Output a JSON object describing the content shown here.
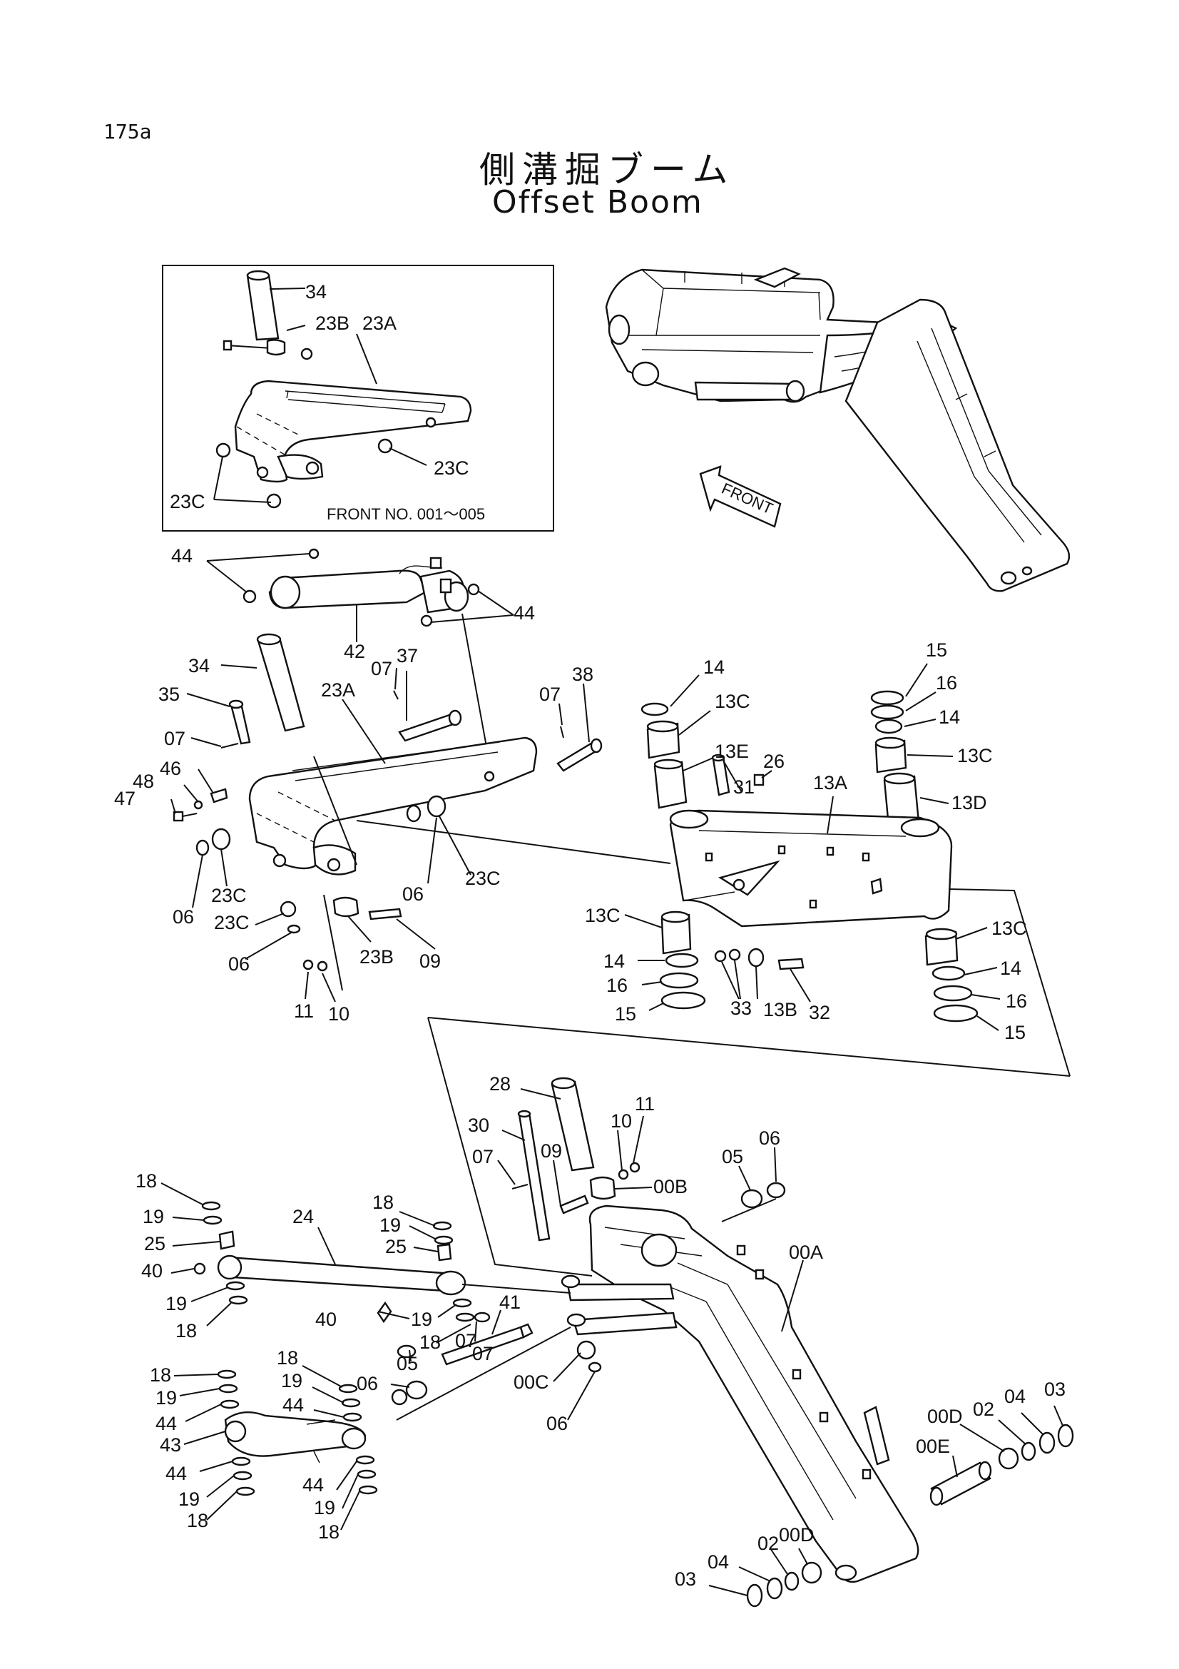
{
  "page_number": "175a",
  "title_jp": "側溝掘ブーム",
  "title_en": "Offset Boom",
  "inset_note": "FRONT NO. 001～005",
  "front_arrow_text": "FRONT",
  "callouts": {
    "i34": "34",
    "i23b": "23B",
    "i23a": "23A",
    "i23c_r": "23C",
    "i23c_l": "23C",
    "a44a": "44",
    "a44b": "44",
    "a42": "42",
    "m34": "34",
    "m35": "35",
    "m07a": "07",
    "m46": "46",
    "m48": "48",
    "m47": "47",
    "m23a": "23A",
    "m07b": "07",
    "m37": "37",
    "m07c": "07",
    "m38": "38",
    "m23c1": "23C",
    "m06a": "06",
    "m23c2": "23C",
    "m06b": "06",
    "m23c3": "23C",
    "m06c": "06",
    "m23b": "23B",
    "m09": "09",
    "m11": "11",
    "m10": "10",
    "r14a": "14",
    "r13c1": "13C",
    "r13e": "13E",
    "r26": "26",
    "r31": "31",
    "r13a": "13A",
    "r15a": "15",
    "r16a": "16",
    "r14b": "14",
    "r13c2": "13C",
    "r13d": "13D",
    "r13c3": "13C",
    "r14c": "14",
    "r16b": "16",
    "r15b": "15",
    "r33": "33",
    "r13b": "13B",
    "r32": "32",
    "r13c4": "13C",
    "r14d": "14",
    "r16c": "16",
    "r15c": "15",
    "b28": "28",
    "b30": "30",
    "b07a": "07",
    "b09": "09",
    "b10": "10",
    "b11": "11",
    "b00b": "00B",
    "b05a": "05",
    "b06a": "06",
    "b00a": "00A",
    "b18a": "18",
    "b19a": "19",
    "b25a": "25",
    "b40a": "40",
    "b19b": "19",
    "b18b": "18",
    "b24": "24",
    "b18c": "18",
    "b19c": "19",
    "b25b": "25",
    "b40b": "40",
    "b19d": "19",
    "b41": "41",
    "b07b": "07",
    "b18d": "18",
    "b07c": "07",
    "b05b": "05",
    "b06b": "06",
    "b00c": "00C",
    "b06c": "06",
    "l18a": "18",
    "l19a": "19",
    "l44a": "44",
    "l43": "43",
    "l44b": "44",
    "l19b": "19",
    "l18b": "18",
    "l18c": "18",
    "l19c": "19",
    "l44c": "44",
    "l44d": "44",
    "l19d": "19",
    "l18d": "18",
    "e00d": "00D",
    "e02a": "02",
    "e04a": "04",
    "e03a": "03",
    "e00e": "00E",
    "e02b": "02",
    "e00d2": "00D",
    "e04b": "04",
    "e03b": "03"
  }
}
